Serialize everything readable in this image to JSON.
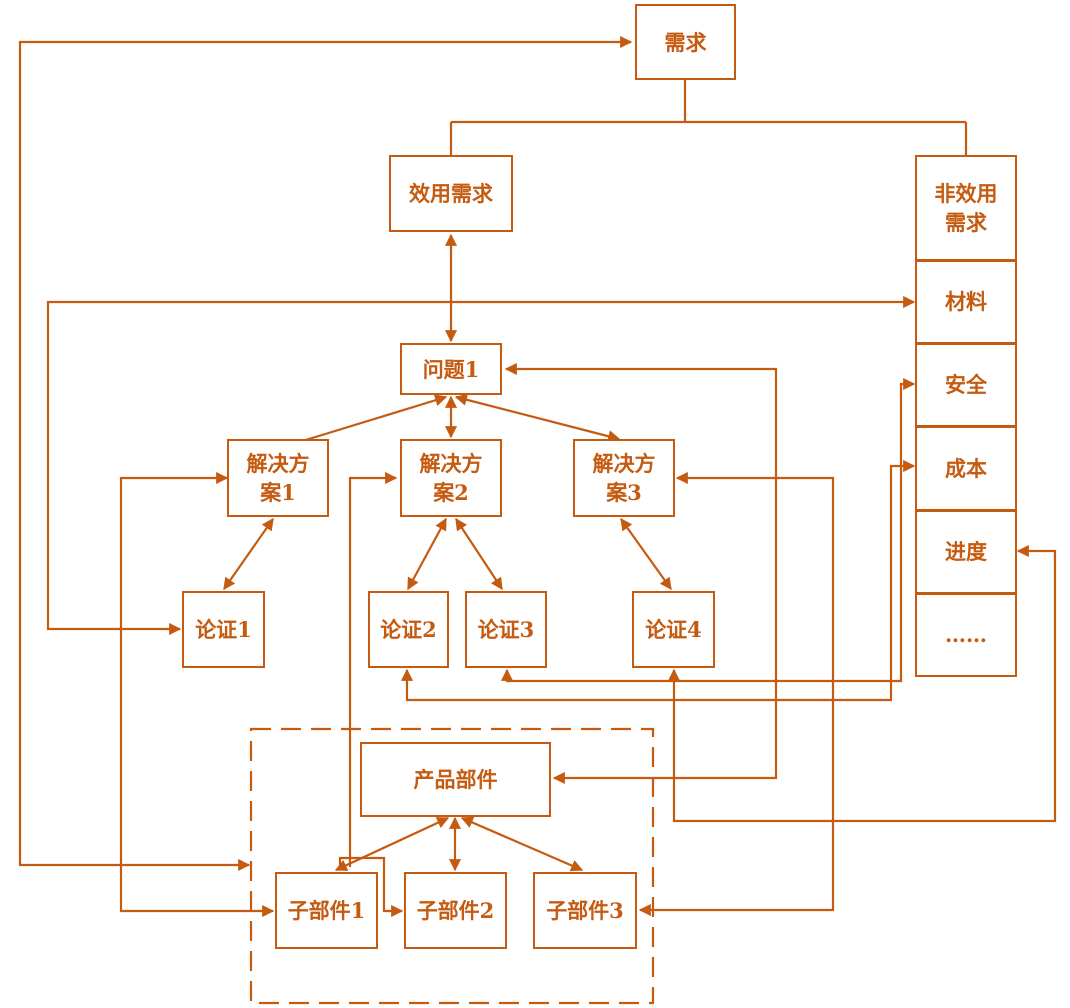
{
  "colors": {
    "stroke": "#C55A11",
    "background": "#FFFFFF"
  },
  "nodes": {
    "demand": "需求",
    "utility_demand": "效用需求",
    "non_utility_demand": "非效用\n需求",
    "material": "材料",
    "safety": "安全",
    "cost": "成本",
    "schedule": "进度",
    "ellipsis": "……",
    "problem1": "问题1",
    "solution1": "解决方\n案1",
    "solution2": "解决方\n案2",
    "solution3": "解决方\n案3",
    "argument1": "论证1",
    "argument2": "论证2",
    "argument3": "论证3",
    "argument4": "论证4",
    "product_part": "产品部件",
    "subpart1": "子部件1",
    "subpart2": "子部件2",
    "subpart3": "子部件3"
  }
}
